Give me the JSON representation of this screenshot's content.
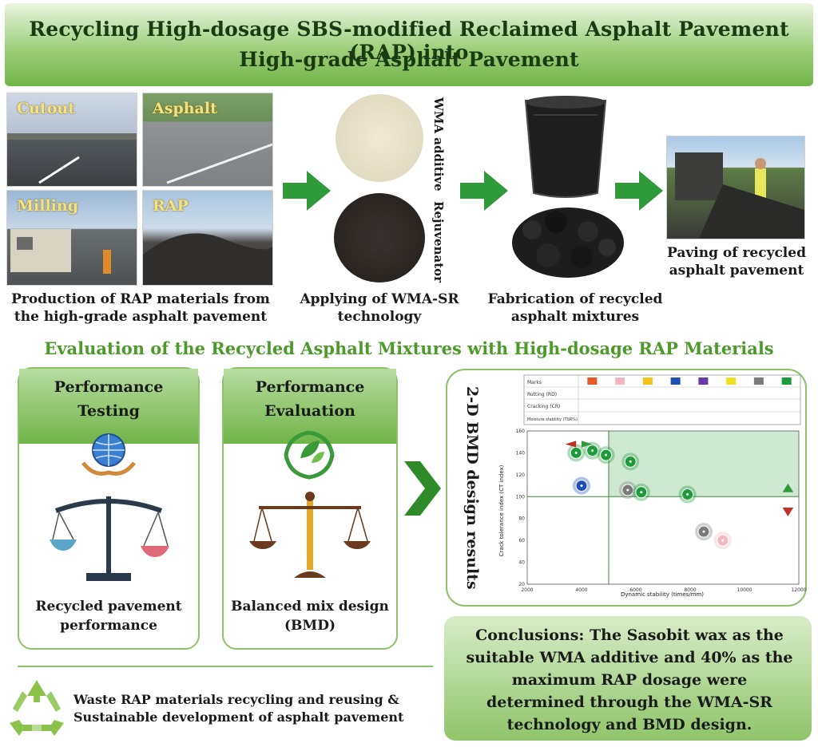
{
  "header": {
    "title_line1": "Recycling High-dosage SBS-modified Reclaimed Asphalt Pavement (RAP) into",
    "title_line2": "High-grade Asphalt Pavement"
  },
  "production": {
    "photos": [
      "Cutout",
      "Asphalt",
      "Milling",
      "RAP"
    ],
    "caption_line1": "Production of RAP materials from",
    "caption_line2": "the high-grade asphalt pavement"
  },
  "wma_sr": {
    "additive_label": "WMA additive",
    "rejuvenator_label": "Rejuvenator",
    "caption_line1": "Applying of WMA-SR",
    "caption_line2": "technology"
  },
  "fabrication": {
    "caption_line1": "Fabrication of recycled",
    "caption_line2": "asphalt mixtures"
  },
  "paving": {
    "caption_line1": "Paving of recycled",
    "caption_line2": "asphalt pavement"
  },
  "evaluation": {
    "section_title": "Evaluation of the Recycled Asphalt Mixtures with High-dosage RAP Materials",
    "testing_title_line1": "Performance",
    "testing_title_line2": "Testing",
    "testing_caption_line1": "Recycled pavement",
    "testing_caption_line2": "performance",
    "evaluation_title_line1": "Performance",
    "evaluation_title_line2": "Evaluation",
    "evaluation_caption_line1": "Balanced mix design",
    "evaluation_caption_line2": "(BMD)"
  },
  "bmd": {
    "vertical_title": "2-D BMD design results",
    "table_row_labels": [
      "Marks",
      "Rutting (RD)",
      "Cracking (CR)",
      "Moisture stability (TSR%)"
    ],
    "mark_colors": [
      "#e8592a",
      "#f4b6c0",
      "#f2c318",
      "#1f4fb4",
      "#6a3aa8",
      "#f0e020",
      "#7a7a7a",
      "#1e9a3a"
    ],
    "xlabel": "Dynamic stability (times/mm)",
    "ylabel": "Crack tolerance index (CT index)"
  },
  "chart_data": {
    "type": "scatter",
    "xlabel": "Dynamic stability (times/mm)",
    "ylabel": "Crack tolerance index (CT index)",
    "xlim": [
      2000,
      12000
    ],
    "ylim": [
      20,
      160
    ],
    "x_ticks": [
      2000,
      4000,
      6000,
      8000,
      10000,
      12000
    ],
    "y_ticks": [
      20,
      40,
      60,
      80,
      100,
      120,
      140,
      160
    ],
    "thresholds": {
      "x": 5000,
      "y": 100
    },
    "points": [
      {
        "x": 3800,
        "y": 140,
        "color": "#1e9a3a"
      },
      {
        "x": 4400,
        "y": 142,
        "color": "#1e9a3a"
      },
      {
        "x": 4900,
        "y": 138,
        "color": "#1e9a3a"
      },
      {
        "x": 5800,
        "y": 132,
        "color": "#1e9a3a"
      },
      {
        "x": 4000,
        "y": 110,
        "color": "#1f4fb4"
      },
      {
        "x": 5700,
        "y": 106,
        "color": "#7a7a7a"
      },
      {
        "x": 6200,
        "y": 104,
        "color": "#1e9a3a"
      },
      {
        "x": 7900,
        "y": 102,
        "color": "#1e9a3a"
      },
      {
        "x": 8500,
        "y": 68,
        "color": "#7a7a7a"
      },
      {
        "x": 9200,
        "y": 60,
        "color": "#f4b6c0"
      }
    ]
  },
  "conclusion": {
    "line1": "Conclusions:  The Sasobit wax as the",
    "line2": "suitable WMA additive and 40% as the",
    "line3": "maximum RAP dosage were",
    "line4": "determined through the WMA-SR",
    "line5": "technology and BMD design."
  },
  "footer": {
    "line1": "Waste RAP materials recycling and reusing &",
    "line2": "Sustainable development of asphalt pavement"
  },
  "colors": {
    "accent_green": "#6fb548",
    "dark_green": "#2f7d1e",
    "border_green": "#8dc26a"
  }
}
